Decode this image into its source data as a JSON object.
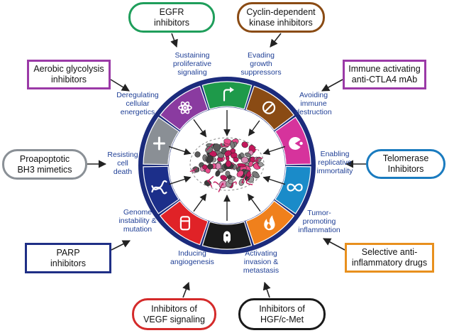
{
  "colors": {
    "ring": "#1b2b7c",
    "arrow": "#222222",
    "label_text": "#1f3f96",
    "segments": {
      "proliferative": "#1e9a4a",
      "growth_suppressors": "#8a4b14",
      "immune": "#d6339c",
      "immortality": "#1a8bc9",
      "inflammation": "#f0801c",
      "invasion": "#1a1a1a",
      "angiogenesis": "#e02227",
      "genome": "#1c2f8a",
      "cell_death": "#8a8f95",
      "energetics": "#8a3ba0"
    },
    "boxes": {
      "egfr": "#1f9e5b",
      "cdk": "#8a4b14",
      "immune": "#9b3aa7",
      "telomerase": "#1a7bbf",
      "anti_inflammatory": "#e8901e",
      "hgf": "#1a1a1a",
      "vegf": "#d42a2a",
      "parp": "#1f2f86",
      "bh3": "#8a9096",
      "glycolysis": "#9b3aa7"
    }
  },
  "boxes": {
    "egfr": "EGFR\ninhibitors",
    "cdk": "Cyclin-dependent\nkinase inhibitors",
    "immune": "Immune activating\nanti-CTLA4 mAb",
    "telomerase": "Telomerase\nInhibitors",
    "anti_inflammatory": "Selective anti-\ninflammatory drugs",
    "hgf": "Inhibitors of\nHGF/c-Met",
    "vegf": "Inhibitors of\nVEGF signaling",
    "parp": "PARP\ninhibitors",
    "bh3": "Proapoptotic\nBH3 mimetics",
    "glycolysis": "Aerobic glycolysis\ninhibitors"
  },
  "hallmarks": {
    "proliferative": "Sustaining\nproliferative\nsignaling",
    "growth_suppressors": "Evading\ngrowth\nsuppressors",
    "immune": "Avoiding\nimmune\ndestruction",
    "immortality": "Enabling\nreplicative\nimmortality",
    "inflammation": "Tumor-\npromoting\ninflammation",
    "invasion": "Activating\ninvasion &\nmetastasis",
    "angiogenesis": "Inducing\nangiogenesis",
    "genome": "Genome\ninstability &\nmutation",
    "cell_death": "Resisting\ncell\ndeath",
    "energetics": "Deregulating\ncellular\nenergetics"
  },
  "icons": {
    "proliferative": "upward-arrow-icon",
    "growth_suppressors": "prohibition-icon",
    "immune": "pacman-cell-icon",
    "immortality": "infinity-icon",
    "inflammation": "flame-icon",
    "invasion": "migrating-cell-icon",
    "angiogenesis": "blood-vessel-icon",
    "genome": "dna-helix-icon",
    "cell_death": "cross-icon",
    "energetics": "atom-icon"
  }
}
